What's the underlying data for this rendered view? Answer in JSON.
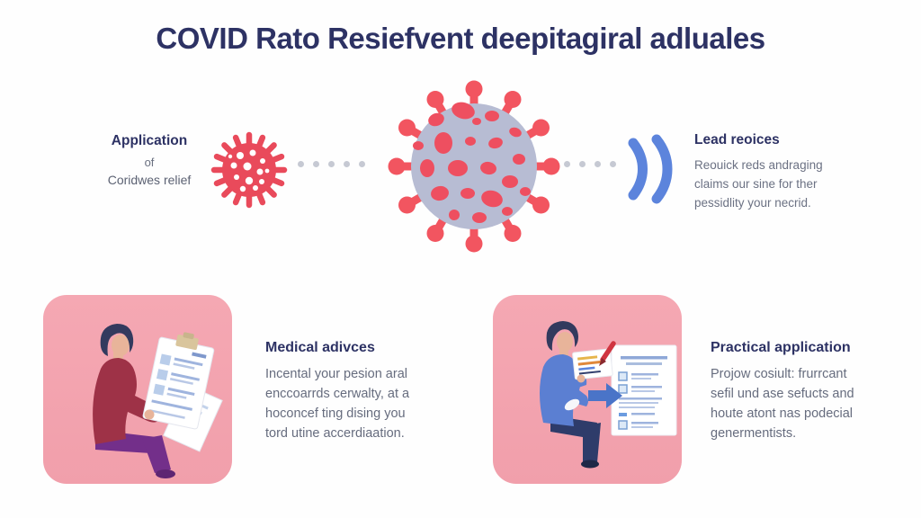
{
  "title": "COVID Rato Resiefvent deepitagiral adluales",
  "flow_row": {
    "left_label": {
      "heading": "Application",
      "sub": "of",
      "name_line": "Coridwes relief"
    },
    "right_label": {
      "heading": "Lead reoices",
      "body": [
        "Reouick reds andraging",
        "claims our sine for ther",
        "pessidlity your necrid."
      ]
    },
    "icons": {
      "small_virus": "virus-icon",
      "large_virus": "coronavirus-icon",
      "signal": "signal-waves-icon",
      "connectors": "dotted-line"
    }
  },
  "cards": [
    {
      "heading": "Medical adivces",
      "body": [
        "Incental your pesion aral",
        "enccoarrds cerwalty, at a",
        "hoconcef ting dising you",
        "tord utine accerdiaation."
      ],
      "illustration": "person-reading-documents"
    },
    {
      "heading": "Practical application",
      "body": [
        "Projow cosiult: frurrcant",
        "sefil und ase sefucts and",
        "houte atont nas podecial",
        "genermentists."
      ],
      "illustration": "person-filling-checklist"
    }
  ],
  "colors": {
    "background": "#fefefe",
    "heading_navy": "#2d3264",
    "body_gray": "#666c7e",
    "virus_red": "#e94a5b",
    "virus_body_gray": "#b7bcd3",
    "virus_spot_red": "#ee4f60",
    "wave_blue": "#5c84dc",
    "connector_dot_gray": "#c6c9d3",
    "card_pink": "#f4a2ae",
    "sweater_maroon": "#9e3247",
    "pants_purple": "#732f8a",
    "shirt_blue": "#5b7fd2",
    "arrow_blue": "#4a74c8",
    "pen_red": "#d03540"
  }
}
